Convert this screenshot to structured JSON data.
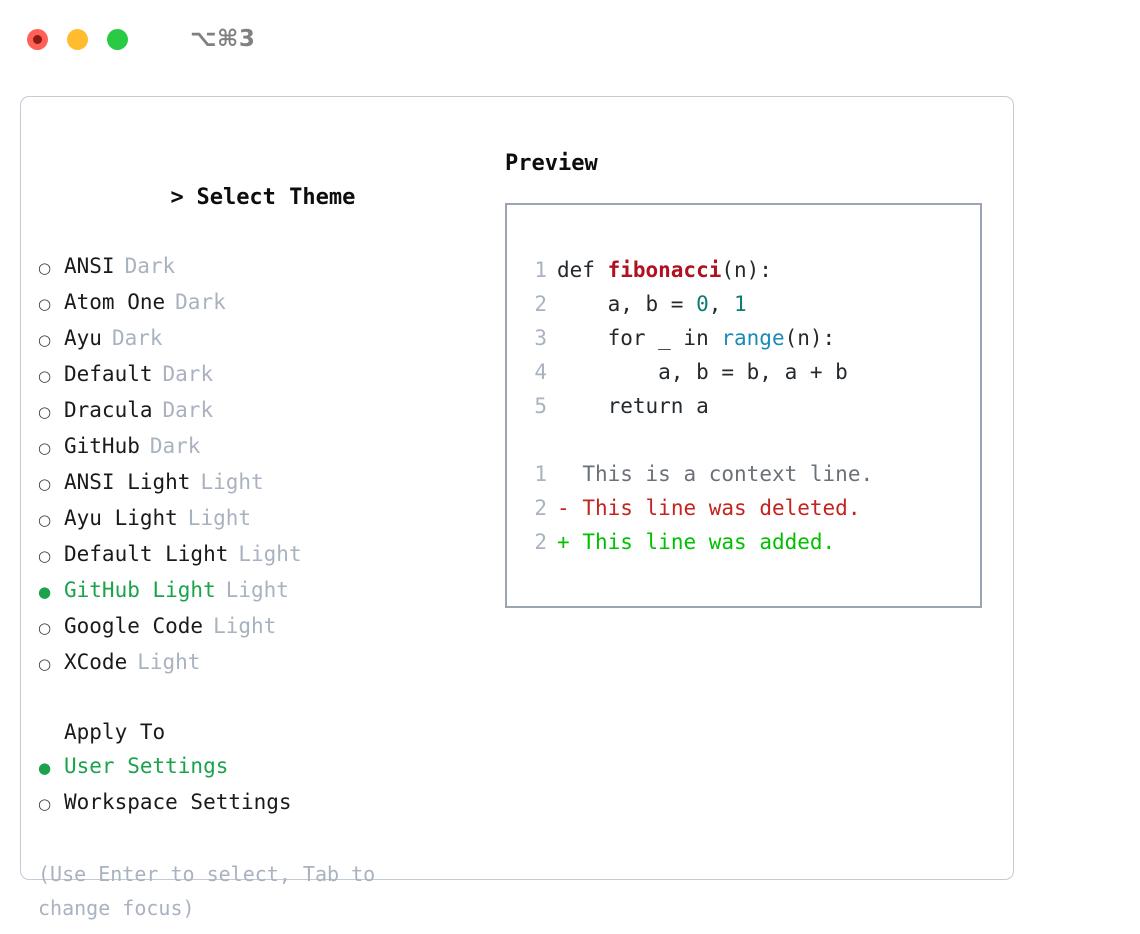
{
  "window": {
    "title": "⌥⌘3",
    "traffic_lights": [
      "close",
      "minimize",
      "zoom"
    ],
    "colors": {
      "close": "#FF6058",
      "minimize": "#FFBD2E",
      "zoom": "#2ACA44",
      "accent_green": "#1AA34A",
      "panel_border": "#C4CAD4",
      "preview_border": "#9AA4B2",
      "tag_gray": "#A9B2C0"
    }
  },
  "theme_picker": {
    "header": "Select Theme",
    "header_marker": ">",
    "marker_selected": "●",
    "marker_unselected": "○",
    "items": [
      {
        "label": "ANSI",
        "tag": "Dark",
        "selected": false
      },
      {
        "label": "Atom One",
        "tag": "Dark",
        "selected": false
      },
      {
        "label": "Ayu",
        "tag": "Dark",
        "selected": false
      },
      {
        "label": "Default",
        "tag": "Dark",
        "selected": false
      },
      {
        "label": "Dracula",
        "tag": "Dark",
        "selected": false
      },
      {
        "label": "GitHub",
        "tag": "Dark",
        "selected": false
      },
      {
        "label": "ANSI Light",
        "tag": "Light",
        "selected": false
      },
      {
        "label": "Ayu Light",
        "tag": "Light",
        "selected": false
      },
      {
        "label": "Default Light",
        "tag": "Light",
        "selected": false
      },
      {
        "label": "GitHub Light",
        "tag": "Light",
        "selected": true
      },
      {
        "label": "Google Code",
        "tag": "Light",
        "selected": false
      },
      {
        "label": "XCode",
        "tag": "Light",
        "selected": false
      }
    ]
  },
  "apply_to": {
    "title": "Apply To",
    "items": [
      {
        "label": "User Settings",
        "selected": true
      },
      {
        "label": "Workspace Settings",
        "selected": false
      }
    ]
  },
  "hint": "(Use Enter to select, Tab to change focus)",
  "preview": {
    "title": "Preview",
    "code_lines": [
      {
        "number": "1",
        "tokens": [
          {
            "text": "def ",
            "type": "kw"
          },
          {
            "text": "fibonacci",
            "type": "fn"
          },
          {
            "text": "(n):",
            "type": "plain"
          }
        ]
      },
      {
        "number": "2",
        "tokens": [
          {
            "text": "    a, b = ",
            "type": "plain"
          },
          {
            "text": "0",
            "type": "num"
          },
          {
            "text": ", ",
            "type": "plain"
          },
          {
            "text": "1",
            "type": "num"
          }
        ]
      },
      {
        "number": "3",
        "tokens": [
          {
            "text": "    for _ in ",
            "type": "plain"
          },
          {
            "text": "range",
            "type": "call"
          },
          {
            "text": "(n):",
            "type": "plain"
          }
        ]
      },
      {
        "number": "4",
        "tokens": [
          {
            "text": "        a, b = b, a + b",
            "type": "plain"
          }
        ]
      },
      {
        "number": "5",
        "tokens": [
          {
            "text": "    return a",
            "type": "plain"
          }
        ]
      }
    ],
    "diff_lines": [
      {
        "number": "1",
        "sign": " ",
        "text": "This is a context line.",
        "kind": "context"
      },
      {
        "number": "2",
        "sign": "-",
        "text": "This line was deleted.",
        "kind": "deleted"
      },
      {
        "number": "2",
        "sign": "+",
        "text": "This line was added.",
        "kind": "added"
      }
    ]
  }
}
